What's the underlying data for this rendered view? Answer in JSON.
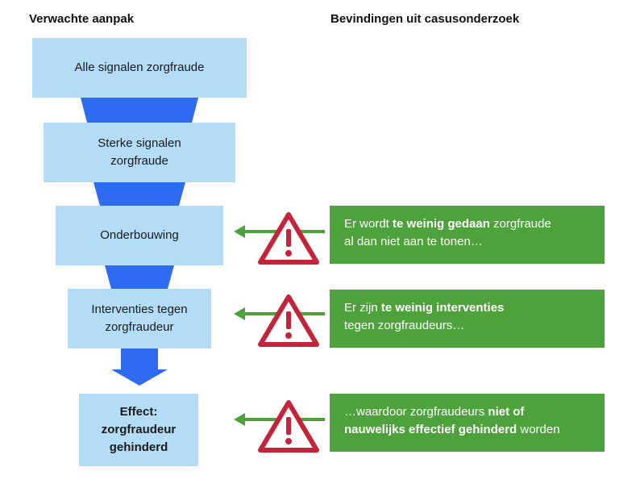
{
  "headings": {
    "left": "Verwachte aanpak",
    "right": "Bevindingen uit casusonderzoek"
  },
  "stages": [
    {
      "label": "Alle signalen zorgfraude"
    },
    {
      "line1": "Sterke signalen",
      "line2": "zorgfraude"
    },
    {
      "label": "Onderbouwing"
    },
    {
      "line1": "Interventies tegen",
      "line2": "zorgfraudeur"
    },
    {
      "line1": "Effect:",
      "line2": "zorgfraudeur",
      "line3": "gehinderd"
    }
  ],
  "findings": [
    {
      "pre": "Er wordt ",
      "bold": "te weinig gedaan",
      "post": " zorgfraude",
      "line2": "al dan niet aan te tonen…"
    },
    {
      "pre": "Er zijn ",
      "bold": "te weinig interventies",
      "post": "",
      "line2": "tegen zorgfraudeurs…"
    },
    {
      "pre": "…waardoor zorgfraudeurs ",
      "bold": "niet of",
      "bold2": "nauwelijks effectief gehinderd",
      "post2": " worden"
    }
  ],
  "icons": {
    "warning": "warning-triangle-icon",
    "arrow": "arrow-left-icon"
  },
  "colors": {
    "stage_fill": "#b3ddf7",
    "funnel_blue": "#2f6bf0",
    "finding_green": "#4ea23c",
    "warning_red": "#c3243a",
    "arrow_green": "#4ea23c"
  }
}
